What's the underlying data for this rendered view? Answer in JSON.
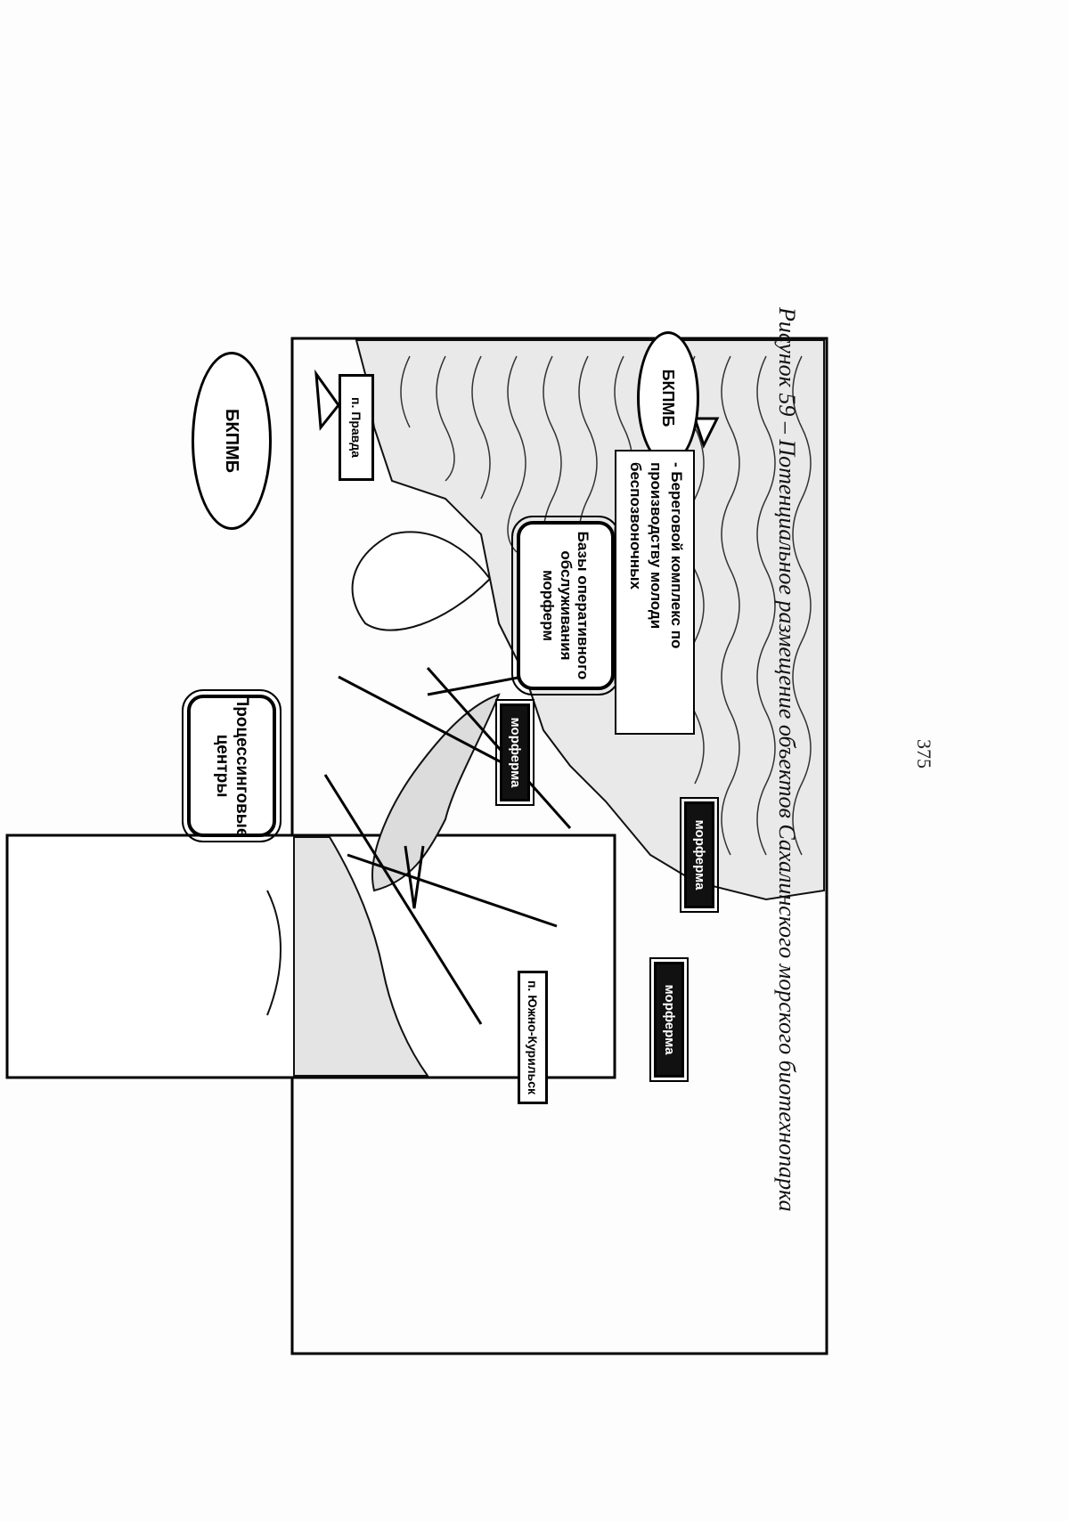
{
  "page_number": "375",
  "caption": "Рисунок 59 – Потенциальное размещение объектов Сахалинского морского биотехнопарка",
  "labels": {
    "bkpmb_top": "БКПМБ",
    "pravda": "п. Правда",
    "processing_centers": "Процессинговые центры",
    "operative_bases": "Базы оперативного обслуживания морферм",
    "morferma_1": "морферма",
    "morferma_2": "морферма",
    "morferma_3": "морферма",
    "yuzhno_kurilsk": "п. Южно-Курильск",
    "bkpmb_bottom": "БКПМБ",
    "coastal_complex": "- Береговой комплекс по производству молоди беспозвоночных"
  }
}
